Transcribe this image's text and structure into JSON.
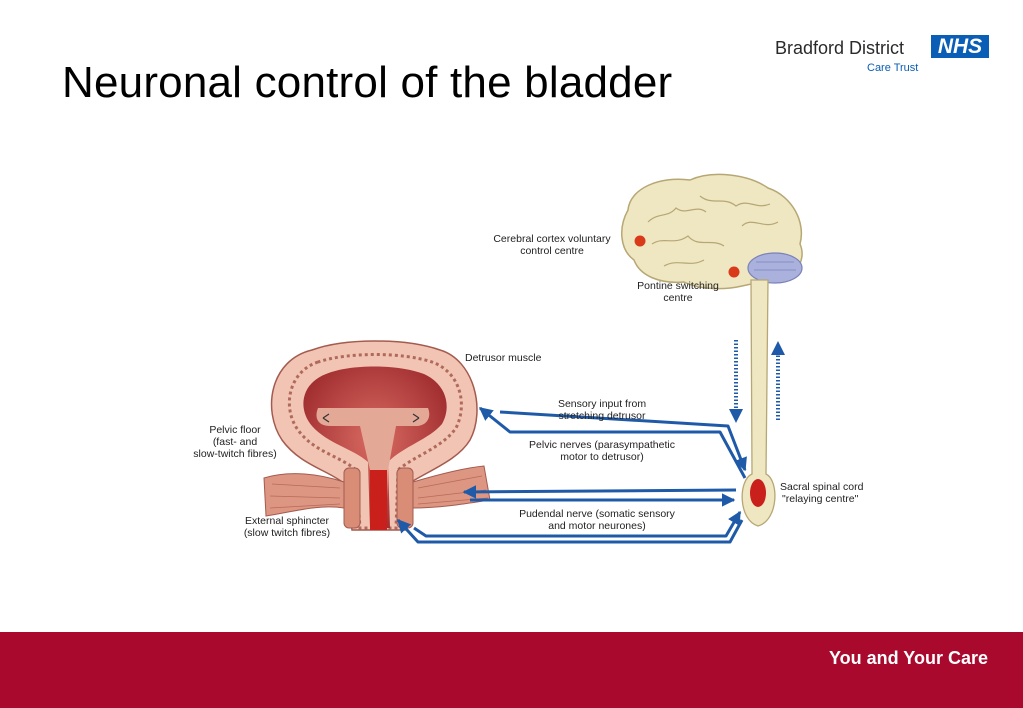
{
  "slide": {
    "title": "Neuronal control of the bladder"
  },
  "logo": {
    "organisation": "Bradford District",
    "badge": "NHS",
    "subtitle": "Care Trust"
  },
  "diagram": {
    "labels": {
      "cortex_1": "Cerebral cortex voluntary",
      "cortex_2": "control centre",
      "pontine_1": "Pontine switching",
      "pontine_2": "centre",
      "detrusor": "Detrusor muscle",
      "sensory_1": "Sensory input from",
      "sensory_2": "stretching detrusor",
      "pelvic_nerves_1": "Pelvic nerves (parasympathetic",
      "pelvic_nerves_2": "motor to detrusor)",
      "pelvic_floor_1": "Pelvic floor",
      "pelvic_floor_2": "(fast- and",
      "pelvic_floor_3": "slow-twitch fibres)",
      "sacral_1": "Sacral spinal cord",
      "sacral_2": "\"relaying centre\"",
      "pudendal_1": "Pudendal nerve (somatic sensory",
      "pudendal_2": "and motor neurones)",
      "sphincter_1": "External sphincter",
      "sphincter_2": "(slow twitch fibres)"
    }
  },
  "footer": {
    "tagline": "You and Your Care"
  },
  "colors": {
    "footer": "#a8092c",
    "nhs_blue": "#0a5eb5",
    "nerve_blue": "#1f5aa8"
  }
}
